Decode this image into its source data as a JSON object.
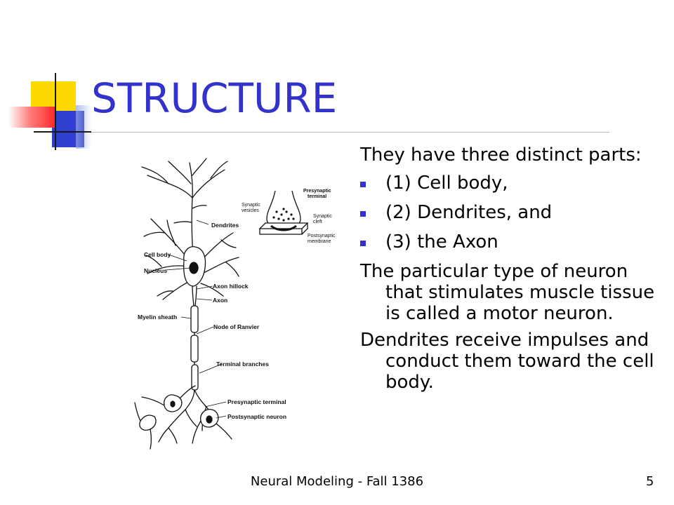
{
  "slide": {
    "title": "STRUCTURE",
    "intro": "They have three distinct parts:",
    "bullets": [
      "(1) Cell body,",
      "(2) Dendrites, and",
      "(3) the Axon"
    ],
    "paragraph_1": "The particular type of neuron that stimulates muscle tissue is called a motor neuron.",
    "paragraph_2": "Dendrites receive impulses and conduct them toward the cell body.",
    "footer": "Neural Modeling - Fall 1386",
    "page_number": "5"
  },
  "figure": {
    "labels": {
      "dendrites": "Dendrites",
      "cell_body": "Cell body",
      "nucleus": "Nucleus",
      "axon_hillock": "Axon hillock",
      "axon": "Axon",
      "myelin_sheath": "Myelin sheath",
      "node_of_ranvier": "Node of Ranvier",
      "terminal_branches": "Terminal branches",
      "presynaptic_terminal": "Presynaptic terminal",
      "postsynaptic_neuron": "Postsynaptic neuron"
    },
    "inset": {
      "synaptic_vesicles_1": "Synaptic",
      "synaptic_vesicles_2": "vesicles",
      "presynaptic_1": "Presynaptic",
      "presynaptic_2": "terminal",
      "cleft_1": "Synaptic",
      "cleft_2": "cleft",
      "postsynaptic_1": "Postsynaptic",
      "postsynaptic_2": "membrane"
    }
  },
  "colors": {
    "title": "#3333cc",
    "bullet": "#3333cc",
    "accent_yellow": "#ffd800",
    "accent_blue": "#2f3fd0",
    "accent_red": "#ff2a2a"
  }
}
